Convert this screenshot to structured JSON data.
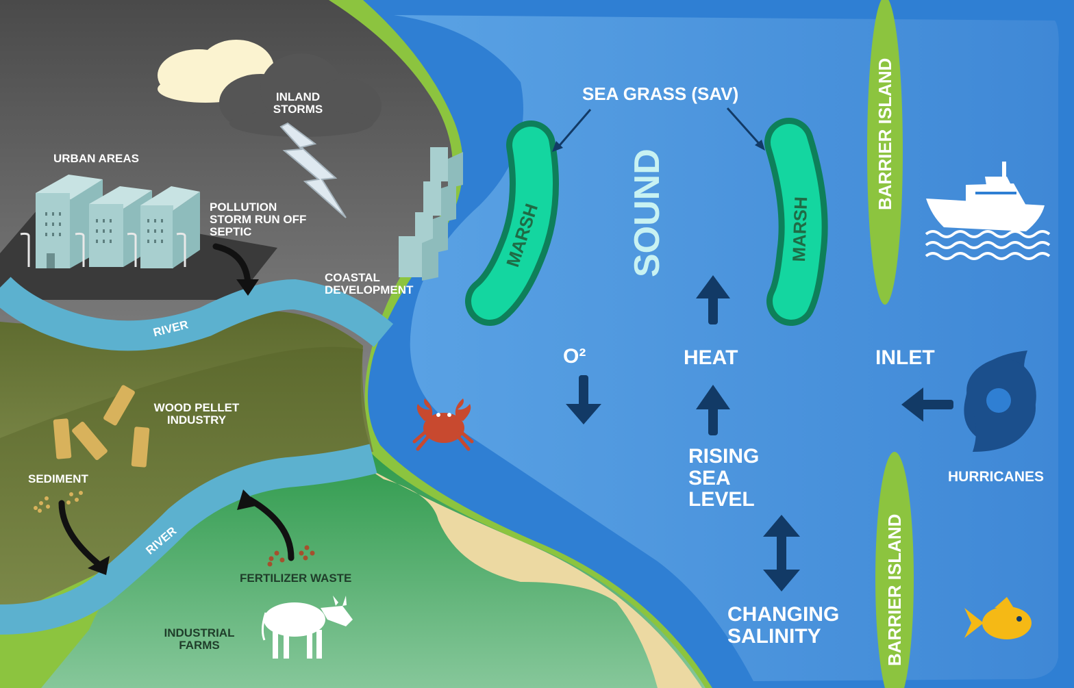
{
  "labels": {
    "inland_storms": [
      "INLAND",
      "STORMS"
    ],
    "urban_areas": "URBAN AREAS",
    "pollution": [
      "POLLUTION",
      "STORM RUN OFF",
      "SEPTIC"
    ],
    "coastal_development": [
      "COASTAL",
      "DEVELOPMENT"
    ],
    "river_upper": "RIVER",
    "river_lower": "RIVER",
    "wood_pellet": [
      "WOOD PELLET",
      "INDUSTRY"
    ],
    "sediment": "SEDIMENT",
    "fertilizer_waste": "FERTILIZER WASTE",
    "industrial_farms": [
      "INDUSTRIAL",
      "FARMS"
    ],
    "sea_grass": "SEA GRASS (SAV)",
    "marsh_left": "MARSH",
    "marsh_right": "MARSH",
    "sound": "SOUND",
    "oxygen": "O²",
    "heat": "HEAT",
    "rising_sea_level": [
      "RISING",
      "SEA",
      "LEVEL"
    ],
    "changing_salinity": [
      "CHANGING",
      "SALINITY"
    ],
    "inlet": "INLET",
    "hurricanes": "HURRICANES",
    "barrier_island_top": "BARRIER ISLAND",
    "barrier_island_bottom": "BARRIER ISLAND"
  },
  "icons": [
    "cloud-icon",
    "storm-cloud-icon",
    "lightning-icon",
    "building-icon",
    "street-lamp-icon",
    "wood-pellet-icon",
    "sediment-dots-icon",
    "fertilizer-dots-icon",
    "cow-icon",
    "crab-icon",
    "ship-icon",
    "waves-icon",
    "hurricane-icon",
    "fish-icon",
    "arrow-icon"
  ],
  "colors": {
    "ocean": "#2f7fd3",
    "sound_water": "#4d97de",
    "land_urban": "#6a6a6a",
    "land_olive": "#6f7a3c",
    "land_farm": "#4aa865",
    "river": "#5cb1cf",
    "shore_green": "#8cc43f",
    "beach": "#ecd9a2",
    "marsh": "#14d6a0",
    "marsh_edge": "#0e7f5a",
    "arrow_dark": "#123a66",
    "crab": "#c8492f",
    "fish": "#f5b915",
    "cloud_light": "#fbf3d0",
    "cloud_dark": "#555555"
  }
}
